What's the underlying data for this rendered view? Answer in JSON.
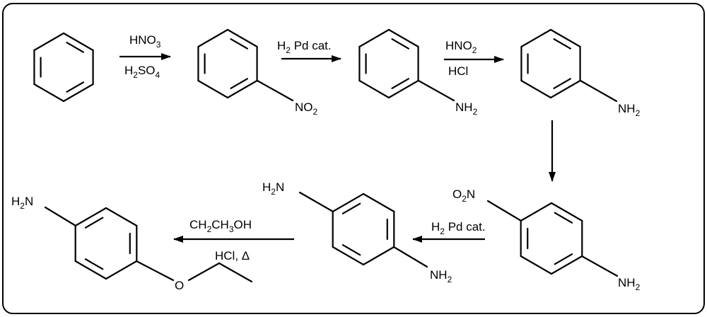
{
  "molecules": {
    "benzene": {},
    "nitrobenzene": {
      "substituent": {
        "main": "NO",
        "sub": "2"
      }
    },
    "aniline_1": {
      "substituent": {
        "main": "NH",
        "sub": "2"
      }
    },
    "aniline_2": {
      "substituent": {
        "main": "NH",
        "sub": "2"
      }
    },
    "p_nitroaniline": {
      "top_substituent": {
        "main": "O",
        "sub": "2",
        "tail": "N"
      },
      "bottom_substituent": {
        "main": "NH",
        "sub": "2"
      }
    },
    "p_phenylenediamine": {
      "top_substituent": {
        "pre": "H",
        "sub": "2",
        "main": "N"
      },
      "bottom_substituent": {
        "main": "NH",
        "sub": "2"
      }
    },
    "p_ethoxyaniline": {
      "amine": {
        "pre": "H",
        "sub": "2",
        "main": "N"
      },
      "oxygen": "O"
    }
  },
  "reagents": {
    "step1": {
      "top": {
        "main": "HNO",
        "sub": "3"
      },
      "bottom": {
        "a": "H",
        "a_sub": "2",
        "b": "SO",
        "b_sub": "4"
      }
    },
    "step2": {
      "top": {
        "a": "H",
        "a_sub": "2",
        "b": " Pd cat."
      }
    },
    "step3": {
      "top": {
        "main": "HNO",
        "sub": "2"
      },
      "bottom": "HCl"
    },
    "step5": {
      "top": {
        "a": "H",
        "a_sub": "2",
        "b": " Pd cat."
      }
    },
    "step6": {
      "top": {
        "a": "CH",
        "a_sub": "2",
        "b": "CH",
        "b_sub": "3",
        "c": "OH"
      },
      "bottom": "HCl, Δ"
    }
  }
}
